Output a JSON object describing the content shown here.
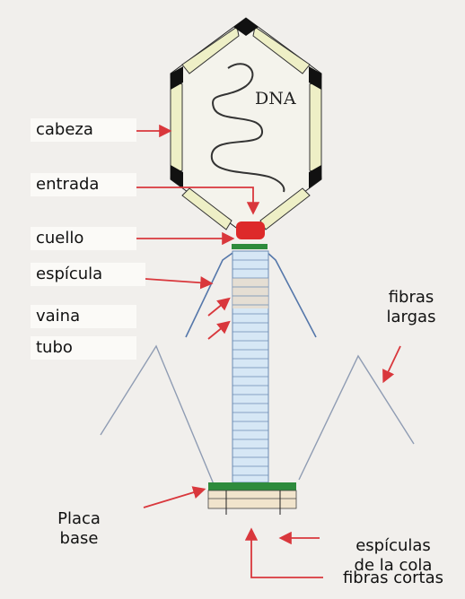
{
  "diagram": {
    "title": "",
    "head_text": "DNA",
    "labels": {
      "cabeza": "cabeza",
      "entrada": "entrada",
      "cuello": "cuello",
      "espicula": "espícula",
      "vaina": "vaina",
      "tubo": "tubo",
      "fibras_largas": [
        "fibras",
        "largas"
      ],
      "placa_base": [
        "Placa",
        "base"
      ],
      "espiculas_cola": [
        "espículas",
        "de la cola"
      ],
      "fibras_cortas": "fibras cortas"
    },
    "colors": {
      "background": "#f1efec",
      "arrow": "#d9373c",
      "head_fill": "#f4f3ec",
      "capsomere": "#eeefc6",
      "capsomere_corner": "#111111",
      "neck": "#dd2a2a",
      "collar": "#2e8b3c",
      "sheath": "#d6e7f5",
      "sheath_lines": "#6a8bb3",
      "spicule_lines": "#5577aa",
      "baseplate": "#f1e4cc",
      "long_fibers": "#8f9cb3"
    }
  }
}
